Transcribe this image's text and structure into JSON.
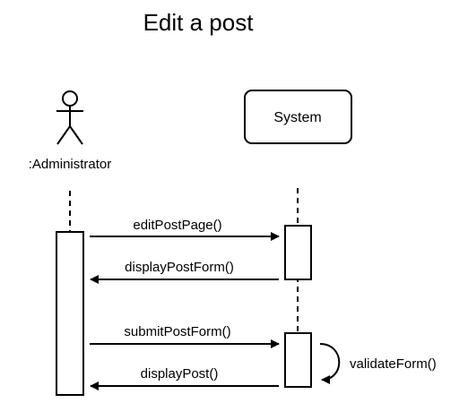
{
  "diagram": {
    "title": "Edit a post",
    "actor": {
      "label": ":Administrator",
      "icon": "stick-figure-icon"
    },
    "system": {
      "label": "System"
    },
    "messages": [
      {
        "label": "editPostPage()",
        "direction": "request"
      },
      {
        "label": "displayPostForm()",
        "direction": "response"
      },
      {
        "label": "submitPostForm()",
        "direction": "request"
      },
      {
        "label": "validateForm()",
        "direction": "self"
      },
      {
        "label": "displayPost()",
        "direction": "response"
      }
    ],
    "colors": {
      "stroke": "#000000",
      "background": "#ffffff"
    }
  }
}
